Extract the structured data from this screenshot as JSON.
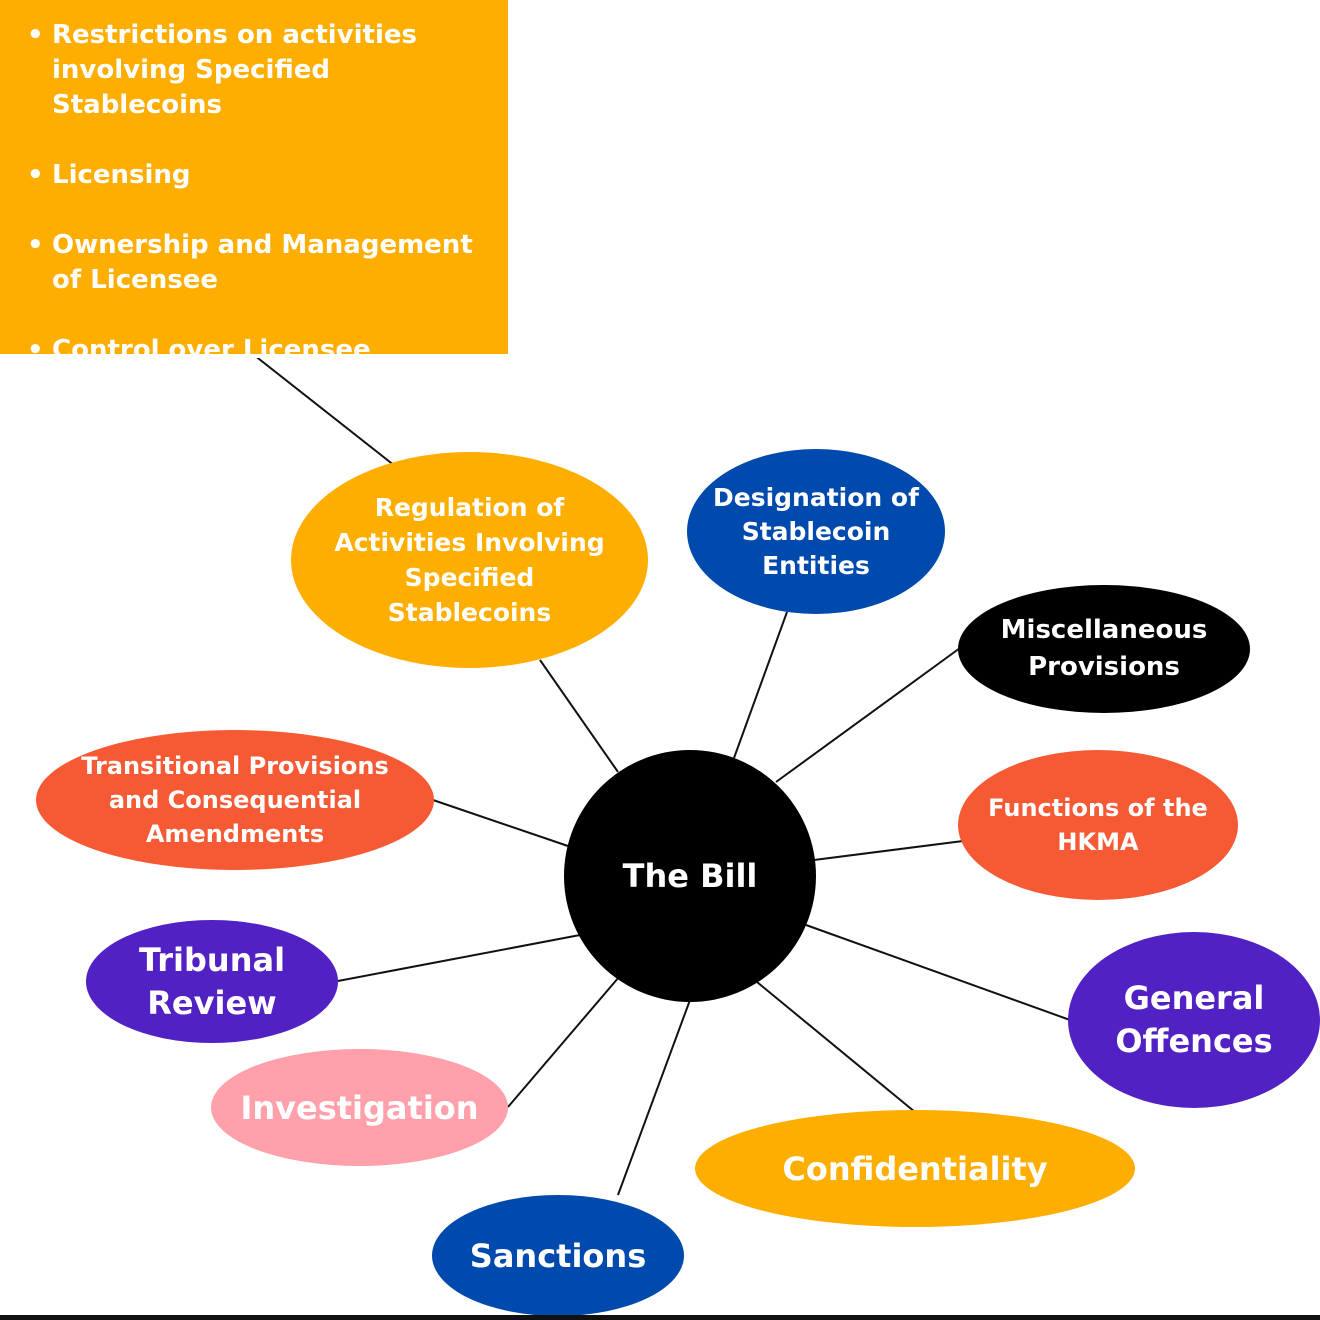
{
  "panel": {
    "items": [
      "Restrictions on activities involving Specified Stablecoins",
      "Licensing",
      "Ownership and Management of Licensee",
      "Control over Licensee"
    ]
  },
  "center": {
    "label": "The Bill"
  },
  "nodes": {
    "regulation": "Regulation of Activities Involving Specified Stablecoins",
    "designation": "Designation of Stablecoin Entities",
    "miscellaneous": "Miscellaneous Provisions",
    "functions": "Functions of the HKMA",
    "offences": "General Offences",
    "confidentiality": "Confidentiality",
    "sanctions": "Sanctions",
    "investigation": "Investigation",
    "tribunal": "Tribunal Review",
    "transitional": "Transitional Provisions and Consequential Amendments"
  },
  "colors": {
    "amber": "#FEAE00",
    "blue": "#004AAD",
    "black": "#000000",
    "orange_red": "#F65A35",
    "purple": "#5121C4",
    "pink": "#FFA0AA",
    "line": "#111111",
    "text": "#FFFFFF"
  }
}
